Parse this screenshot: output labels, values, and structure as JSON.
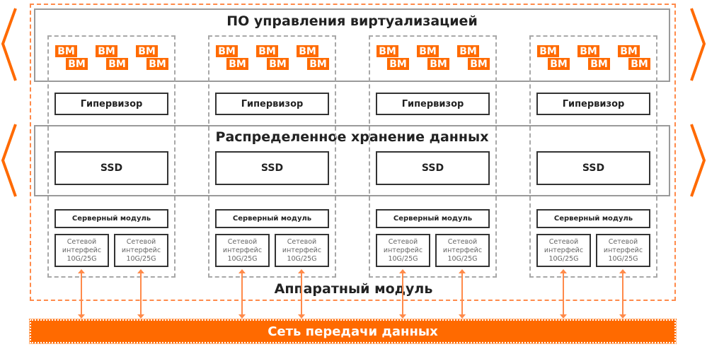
{
  "top_layer_title": "ПО управления виртуализацией",
  "storage_layer_title": "Распределенное хранение данных",
  "hardware_title": "Аппаратный модуль",
  "network_bar": "Сеть передачи данных",
  "vm_label": "ВМ",
  "hypervisor_label": "Гипервизор",
  "ssd_label": "SSD",
  "server_module_label": "Серверный модуль",
  "nic_label": [
    "Сетевой",
    "интерфейс",
    "10G/25G"
  ],
  "node_count": 4,
  "vm_pairs_per_node": 3,
  "nics_per_node": 2,
  "colors": {
    "accent": "#ff6a00",
    "border": "#9a9a9a"
  }
}
